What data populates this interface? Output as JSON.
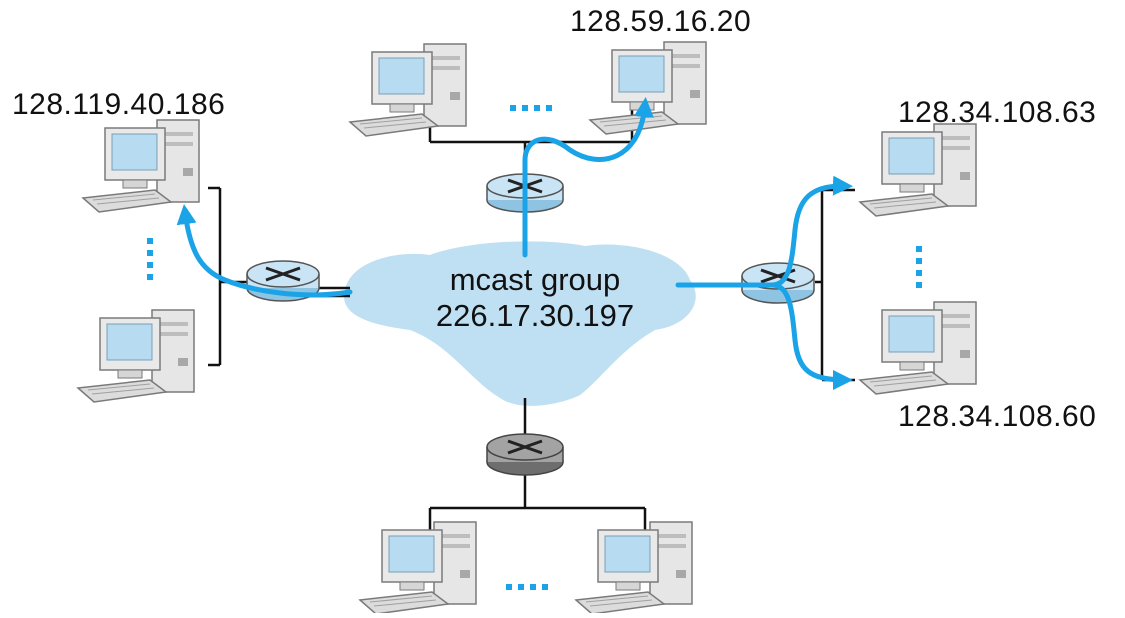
{
  "group": {
    "name": "mcast group",
    "address": "226.17.30.197"
  },
  "hosts": {
    "left_top_ip": "128.119.40.186",
    "top_right_ip": "128.59.16.20",
    "right_top_ip": "128.34.108.63",
    "right_bottom_ip": "128.34.108.60"
  },
  "colors": {
    "cloud": "#bfe0f2",
    "multicast_path": "#1aa3e6",
    "router_member": "#c9e4f5",
    "router_nonmember": "#9a9a9a",
    "link": "#111111"
  },
  "icons": {
    "router": "router-icon",
    "host": "desktop-computer-icon",
    "ellipsis": "ellipsis-dots"
  }
}
